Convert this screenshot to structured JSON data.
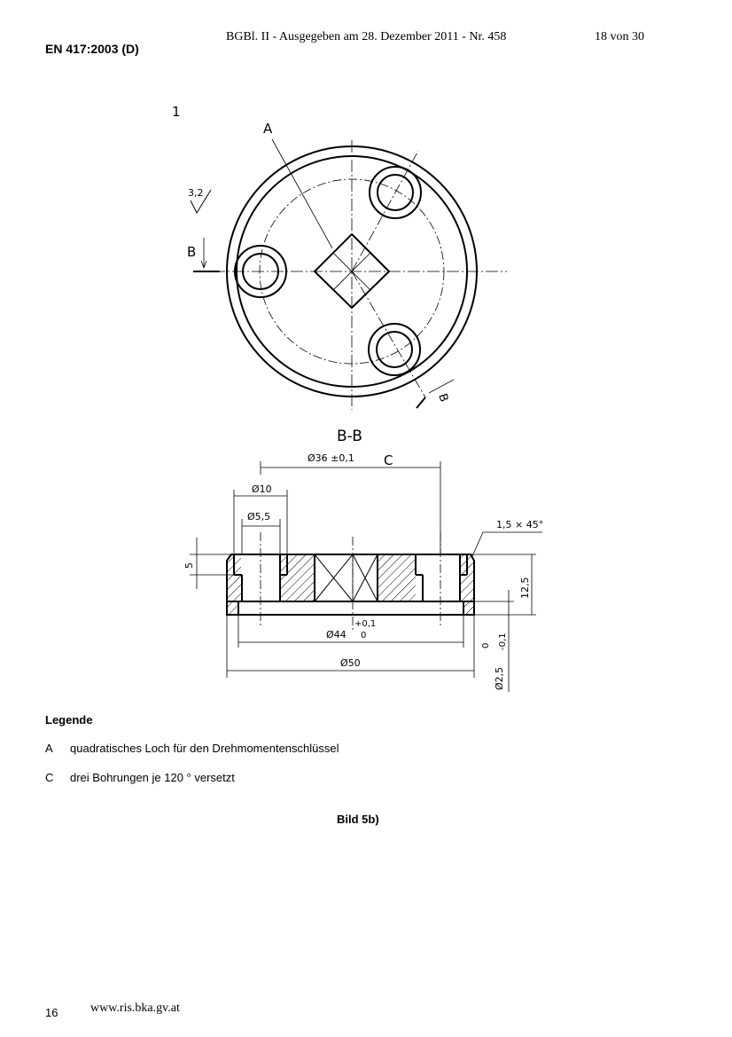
{
  "header": {
    "gazette": "BGBl. II - Ausgegeben am 28. Dezember 2011 - Nr. 458",
    "page_of": "18 von 30",
    "standard": "EN 417:2003 (D)"
  },
  "drawing": {
    "figure_number": "1",
    "top_view": {
      "label_A": "A",
      "label_B_left": "B",
      "label_B_right": "B",
      "surface_roughness": "3,2"
    },
    "section": {
      "title": "B-B",
      "label_C": "C",
      "dim_pitch": "Ø36 ±0,1",
      "dim_bore_outer": "Ø10",
      "dim_bore_inner": "Ø5,5",
      "dim_chamfer": "1,5 × 45°",
      "dim_depth": "5",
      "dim_height": "12,5",
      "dim_groove": "Ø44",
      "dim_groove_tol_upper": "+0,1",
      "dim_groove_tol_lower": "0",
      "dim_outer": "Ø50",
      "dim_thickness": "Ø2,5",
      "dim_thickness_tol_upper": "0",
      "dim_thickness_tol_lower": "-0,1"
    }
  },
  "legend": {
    "title": "Legende",
    "items": [
      {
        "key": "A",
        "text": "quadratisches Loch für den Drehmomentenschlüssel"
      },
      {
        "key": "C",
        "text": "drei Bohrungen je 120 ° versetzt"
      }
    ]
  },
  "caption": "Bild 5b)",
  "footer": {
    "page_number": "16",
    "url": "www.ris.bka.gv.at"
  }
}
